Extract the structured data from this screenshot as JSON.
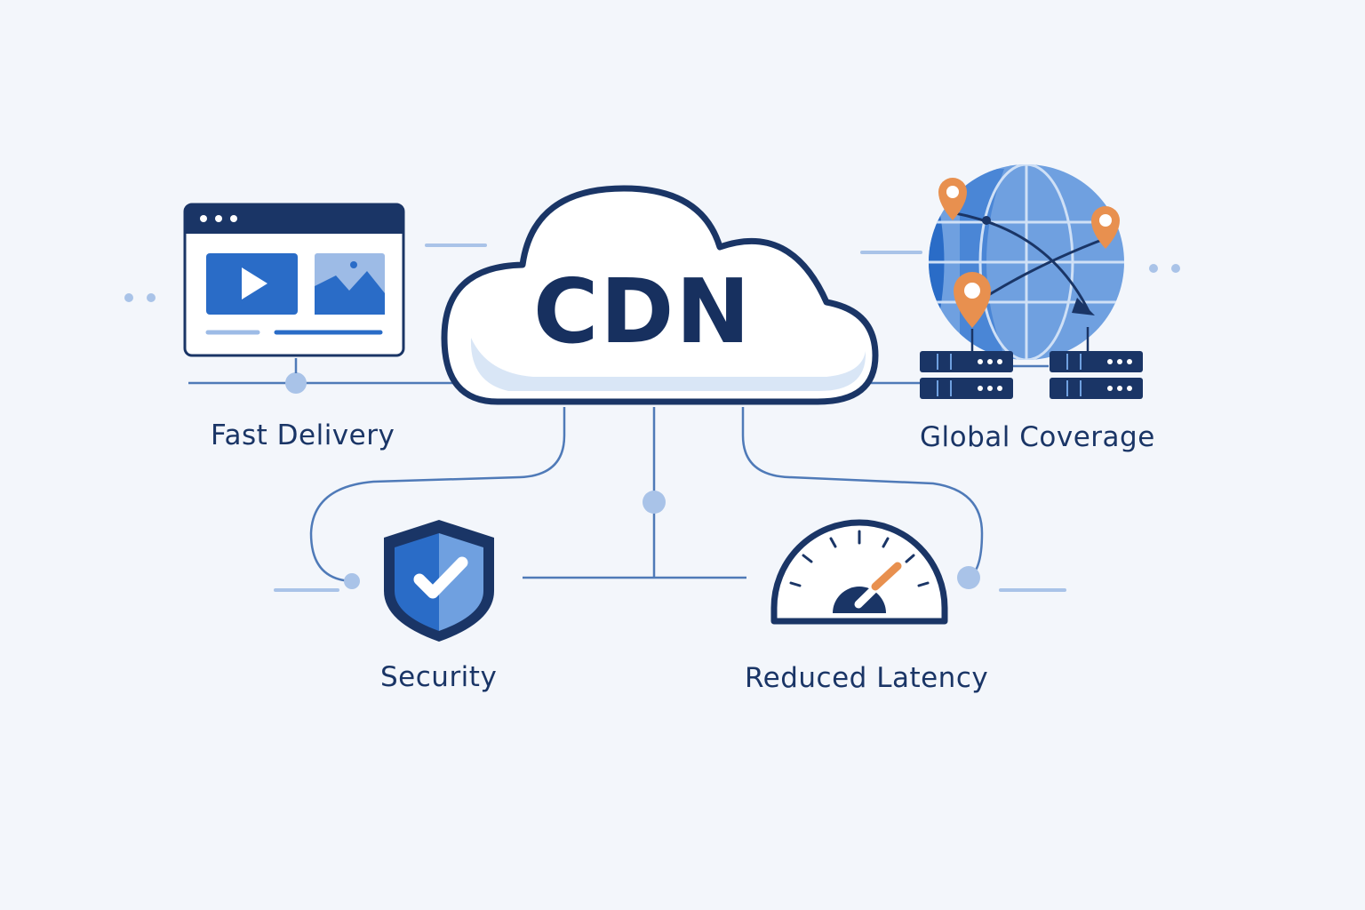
{
  "center": {
    "title": "CDN"
  },
  "features": {
    "fast_delivery": "Fast Delivery",
    "global_coverage": "Global Coverage",
    "security": "Security",
    "reduced_latency": "Reduced Latency"
  },
  "icons": {
    "fast_delivery": "browser-window-media-icon",
    "global_coverage": "globe-with-pins-and-servers-icon",
    "security": "shield-check-icon",
    "reduced_latency": "speedometer-icon",
    "center": "cloud-icon"
  },
  "colors": {
    "navy": "#1a3566",
    "blue": "#2a6cc7",
    "light_blue": "#9dbbe6",
    "orange": "#e8904f",
    "background": "#f3f6fb"
  }
}
